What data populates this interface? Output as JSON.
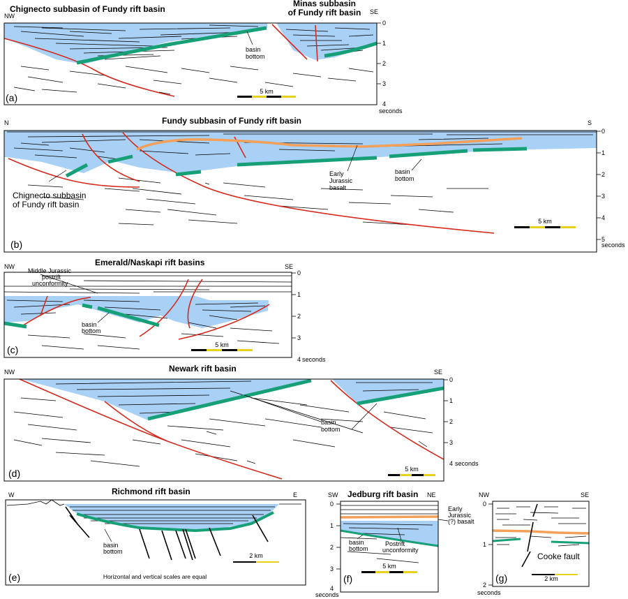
{
  "panels": {
    "a": {
      "title": "Chignecto subbasin of Fundy rift basin",
      "title2": "Minas subbasin",
      "title2b": "of Fundy rift basin",
      "left_dir": "NW",
      "right_dir": "SE",
      "label": "(a)",
      "ticks": [
        "0",
        "1",
        "2",
        "3",
        "4"
      ],
      "axis_unit": "seconds",
      "callout1": "basin",
      "callout2": "bottom",
      "scale": "5 km"
    },
    "b": {
      "title": "Fundy subbasin of Fundy rift basin",
      "left_dir": "N",
      "right_dir": "S",
      "label": "(b)",
      "ticks": [
        "0",
        "1",
        "2",
        "3",
        "4",
        "5"
      ],
      "axis_unit": "seconds",
      "inset1": "Chignecto subbasin",
      "inset2": "of Fundy rift basin",
      "basalt1": "Early",
      "basalt2": "Jurassic",
      "basalt3": "basalt",
      "callout1": "basin",
      "callout2": "bottom",
      "scale": "5 km"
    },
    "c": {
      "title": "Emerald/Naskapi rift basins",
      "left_dir": "NW",
      "right_dir": "SE",
      "label": "(c)",
      "ticks": [
        "0",
        "1",
        "2",
        "3",
        "4"
      ],
      "axis_unit": "seconds",
      "unc1": "Middle Jurassic",
      "unc2": "postrift",
      "unc3": "unconformity",
      "callout1": "basin",
      "callout2": "bottom",
      "scale": "5 km"
    },
    "d": {
      "title": "Newark rift basin",
      "left_dir": "NW",
      "right_dir": "SE",
      "label": "(d)",
      "ticks": [
        "0",
        "1",
        "2",
        "3",
        "4"
      ],
      "axis_unit": "seconds",
      "callout1": "basin",
      "callout2": "bottom",
      "scale": "5 km"
    },
    "e": {
      "title": "Richmond rift basin",
      "left_dir": "W",
      "right_dir": "E",
      "label": "(e)",
      "callout1": "basin",
      "callout2": "bottom",
      "scale": "2 km",
      "note": "Horizontal and vertical scales are equal"
    },
    "f": {
      "title": "Jedburg rift basin",
      "left_dir": "SW",
      "right_dir": "NE",
      "label": "(f)",
      "ticks": [
        "0",
        "1",
        "2",
        "3",
        "4"
      ],
      "axis_unit": "seconds",
      "callout1": "basin",
      "callout2": "bottom",
      "unc1": "Postrift",
      "unc2": "unconformity",
      "basalt1": "Early",
      "basalt2": "Jurassic",
      "basalt3": "(?) basalt",
      "scale": "5 km"
    },
    "g": {
      "left_dir": "NW",
      "right_dir": "SE",
      "label": "(g)",
      "ticks": [
        "0",
        "1",
        "2"
      ],
      "axis_unit": "seconds",
      "fault": "Cooke fault",
      "scale": "2 km"
    }
  },
  "colors": {
    "basin_fill": "#a9d0f5",
    "fault": "#d42a1e",
    "basin_bottom": "#17a078",
    "basalt": "#f2a05a",
    "scale_yellow": "#e8d21c"
  }
}
